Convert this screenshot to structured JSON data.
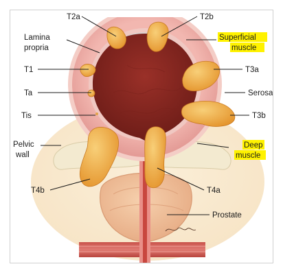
{
  "labels": {
    "t2a": "T2a",
    "t2b": "T2b",
    "lamina_propria_1": "Lamina",
    "lamina_propria_2": "propria",
    "superficial_muscle_1": "Superficial",
    "superficial_muscle_2": "muscle",
    "t1": "T1",
    "t3a": "T3a",
    "ta": "Ta",
    "serosa": "Serosa",
    "tis": "Tis",
    "t3b": "T3b",
    "pelvic_wall_1": "Pelvic",
    "pelvic_wall_2": "wall",
    "deep_muscle_1": "Deep",
    "deep_muscle_2": "muscle",
    "t4b": "T4b",
    "t4a": "T4a",
    "prostate": "Prostate"
  },
  "colors": {
    "highlight": "#fff200",
    "tumor": "#f0a93a",
    "tumor_light": "#f6c46c",
    "bladder_lumen": "#8a2a24",
    "muscle_wall": "#efb3ae",
    "serosa": "#f6d8d2",
    "bone": "#f3ebd3",
    "prostate": "#f2c39b"
  }
}
